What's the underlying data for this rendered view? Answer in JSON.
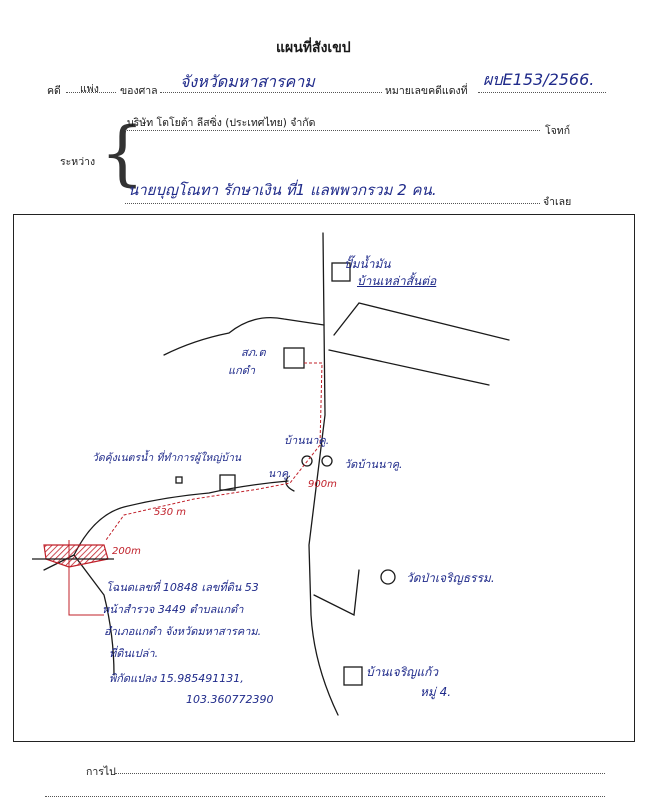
{
  "header": {
    "title": "แผนที่สังเขป",
    "case_label": "คดี",
    "case_type": "แพ่ง",
    "court_label": "ของศาล",
    "court_name": "จังหวัดมหาสารคาม",
    "red_case_label": "หมายเลขคดีแดงที่",
    "red_case_number": "ผบE153/2566."
  },
  "parties": {
    "between_label": "ระหว่าง",
    "plaintiff": "บริษัท โตโยต้า ลีสซิ่ง (ประเทศไทย) จำกัด",
    "plaintiff_role": "โจทก์",
    "defendant": "นายบุญโณทา รักษาเงิน ที่1 แลพพวกรวม 2 คน.",
    "defendant_role": "จำเลย"
  },
  "map": {
    "labels": {
      "gas_station": "ปั๊มน้ำมัน",
      "gas_station_sub": "บ้านเหล่าสั้นต่อ",
      "police": "สภ.ต",
      "police_sub": "แกดำ",
      "ban_nakhu": "บ้านนาคู.",
      "wat_ban_nakhu": "วัดบ้านนาคู.",
      "wat_kuhan": "วัดคุ้งเนตรน้ำ ที่ทำการผู้ใหญ่บ้าน",
      "wat_kuhan_sub": "นาคู.",
      "dist_900": "900m",
      "dist_530": "530 m",
      "dist_200": "200m",
      "deed_line1": "โฉนดเลขที่ 10848 เลขที่ดิน 53",
      "deed_line2": "หน้าสำรวจ 3449 ตำบลแกดำ",
      "deed_line3": "อำเภอแกดำ จังหวัดมหาสารคาม.",
      "deed_line4": "ที่ดินเปล่า.",
      "deed_line5": "พิกัดแปลง 15.985491131,",
      "deed_line6": "103.360772390",
      "wat_pa": "วัดป่าเจริญธรรม.",
      "ban_charoen": "บ้านเจริญแก้ว",
      "ban_charoen_sub": "หมู่ 4."
    }
  },
  "footer": {
    "go_label": "การไป"
  }
}
